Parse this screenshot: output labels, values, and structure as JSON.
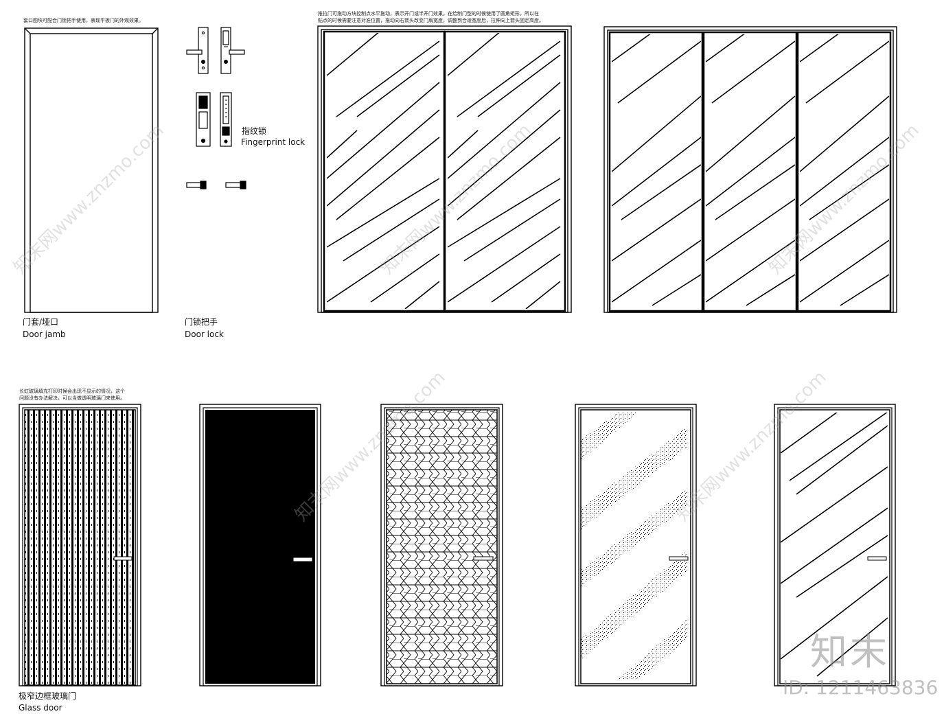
{
  "notes": {
    "jamb_note": "套口图块可配合门锁把手使用，表现平板门的外观效果。",
    "sliding_note_1": "推拉门可拖动方块控制点水平拖动，表示开门或半开门效果。在绘制门型的时候使用了圆角矩形，所以在",
    "sliding_note_2": "贴点的时候需要注意对准位置，拖动向右箭头改变门扇宽度，调整到合适宽度后，拉伸向上箭头固定高度。",
    "glass_note_1": "长虹玻璃填充打印时候会出现不显示的情况，这个",
    "glass_note_2": "问题没有办法解决，可以当做透明玻璃门来使用。"
  },
  "captions": {
    "jamb_cn": "门套/垭口",
    "jamb_en": "Door jamb",
    "lock_cn": "门锁把手",
    "lock_en": "Door lock",
    "fingerprint_cn": "指纹锁",
    "fingerprint_en": "Fingerprint lock",
    "glass_cn": "极窄边框玻璃门",
    "glass_en": "Glass door"
  },
  "watermark": {
    "text": "知末网www.znzmo.com",
    "brand": "知末",
    "id_label": "ID: 1211463836"
  }
}
